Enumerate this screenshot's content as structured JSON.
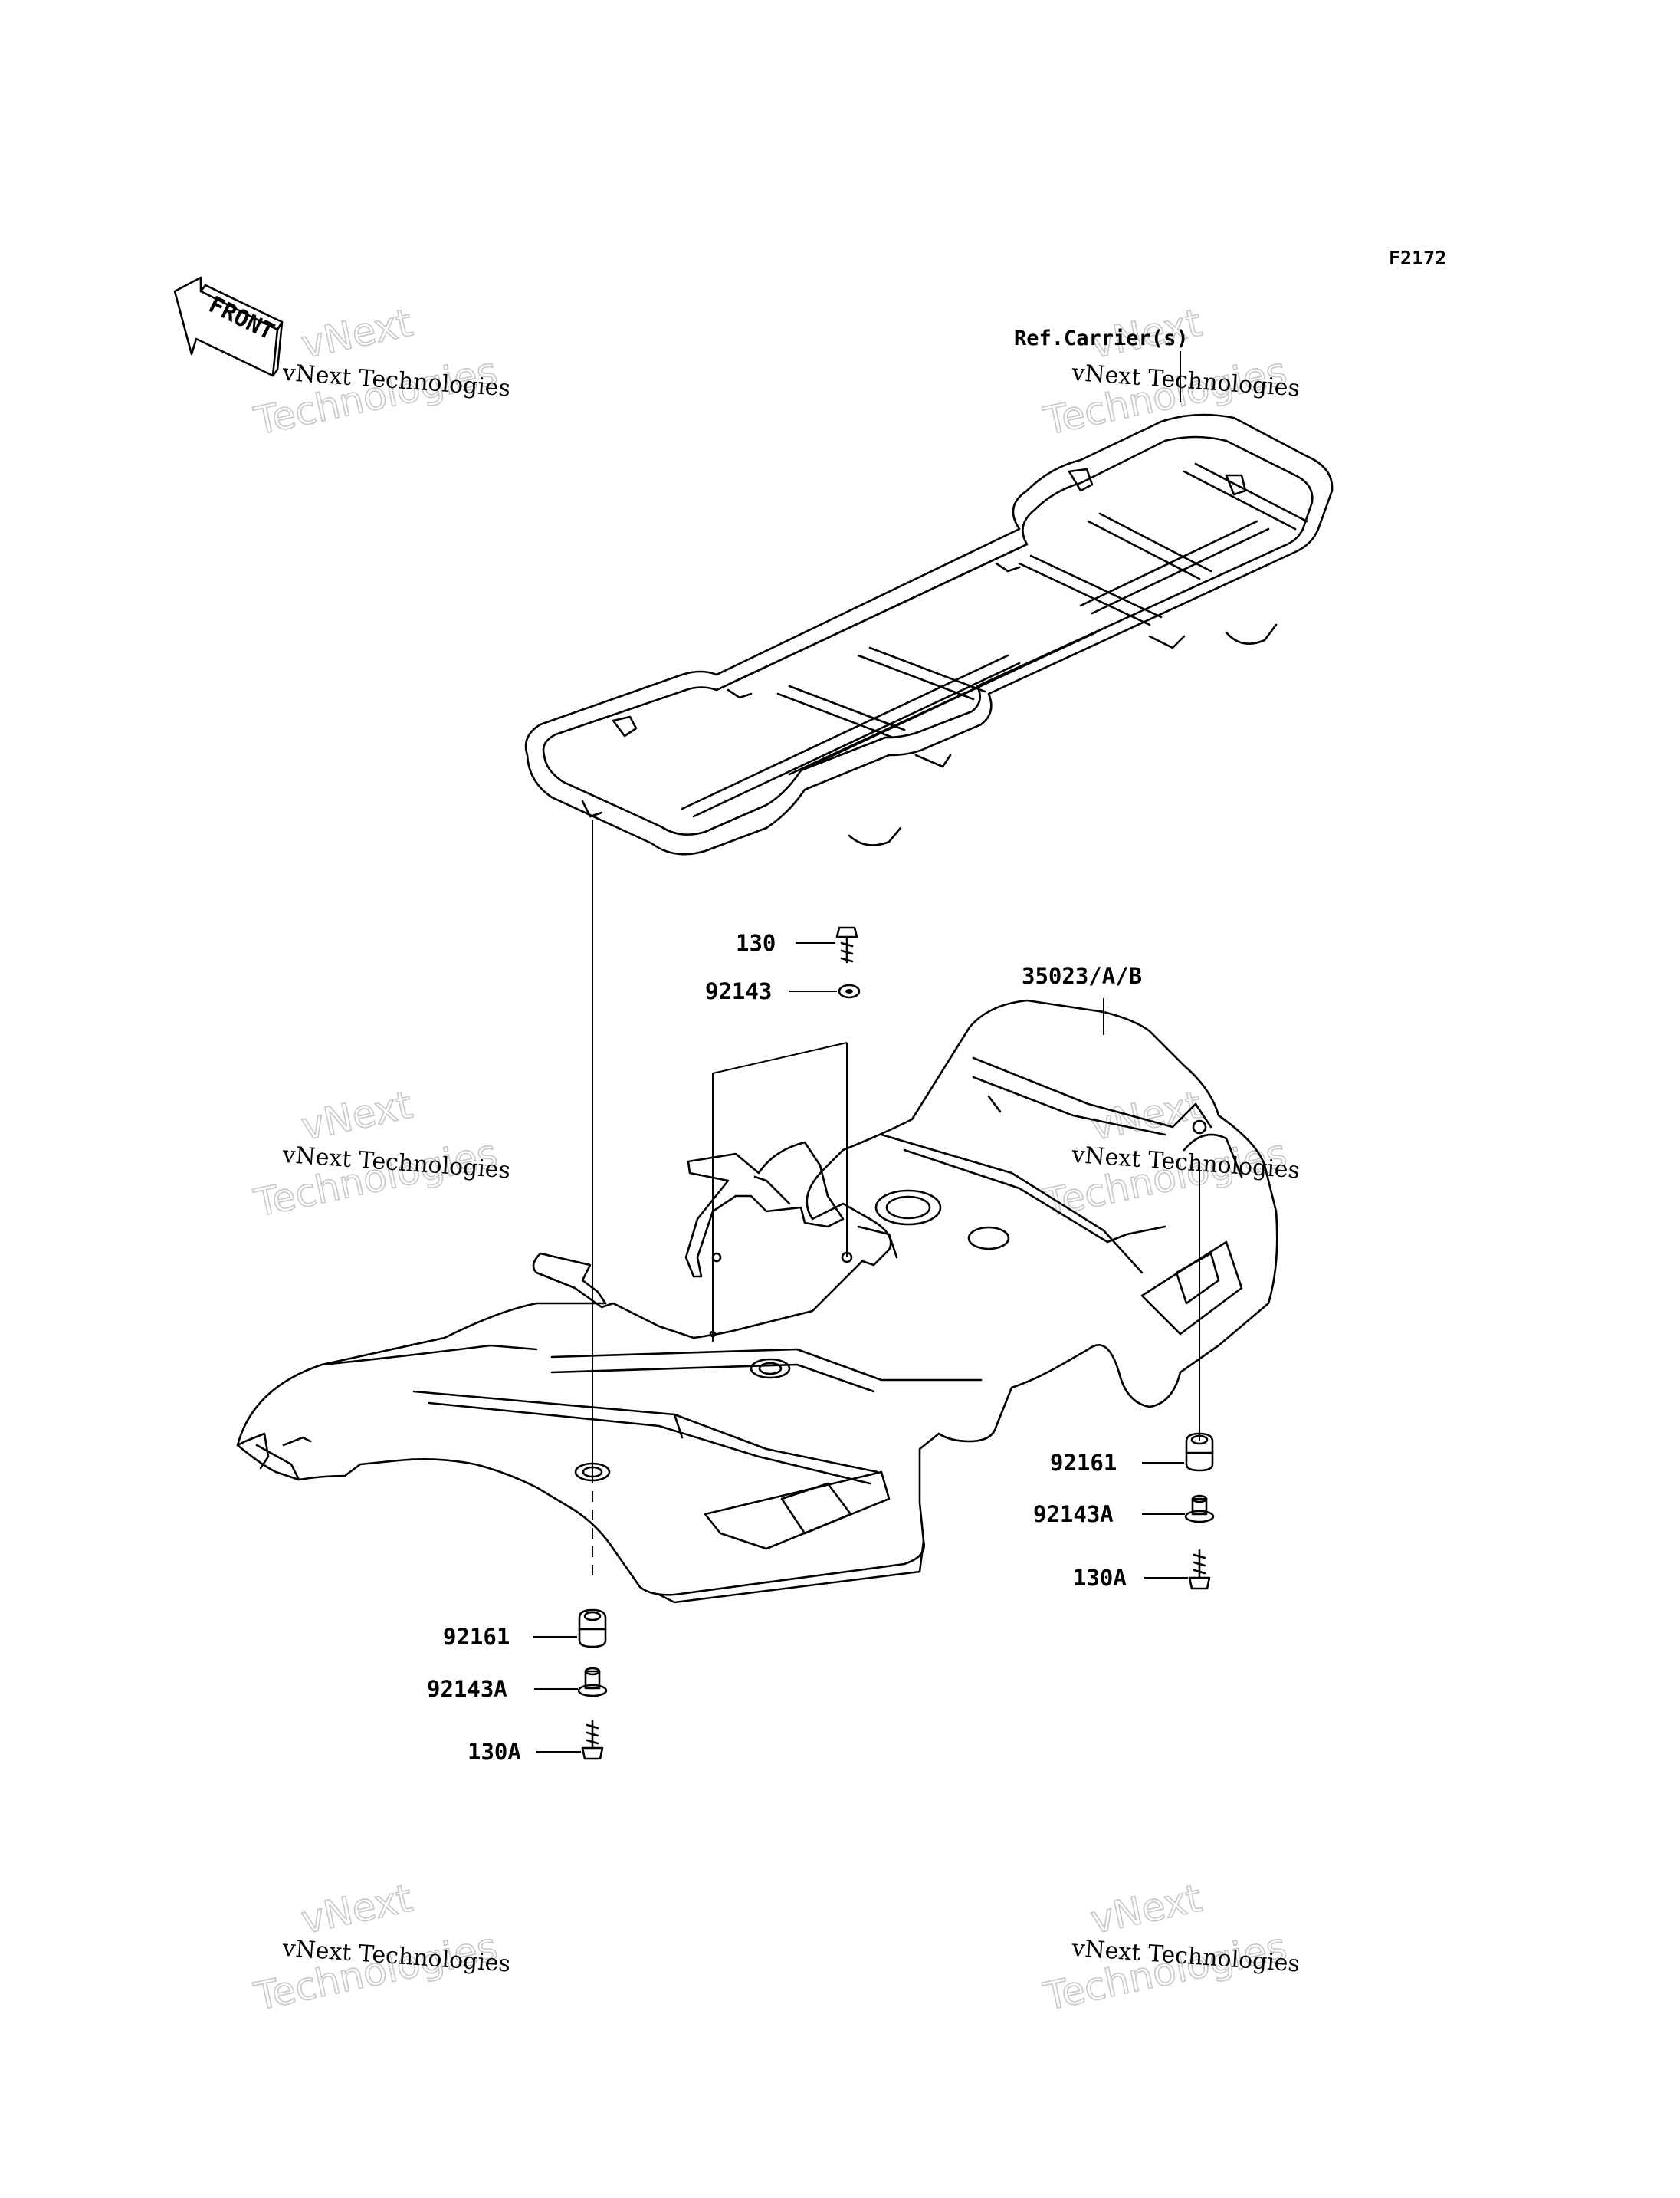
{
  "figure_code": "F2172",
  "front_arrow_label": "FRONT",
  "reference": "Ref.Carrier(s)",
  "watermark": {
    "line1": "vNext Technologies",
    "line2a": "vNext",
    "line2b": "Technologies"
  },
  "callouts": {
    "c130": "130",
    "c92143": "92143",
    "c35023": "35023/A/B",
    "c92161_right": "92161",
    "c92143A_right": "92143A",
    "c130A_right": "130A",
    "c92161_left": "92161",
    "c92143A_left": "92143A",
    "c130A_left": "130A"
  }
}
